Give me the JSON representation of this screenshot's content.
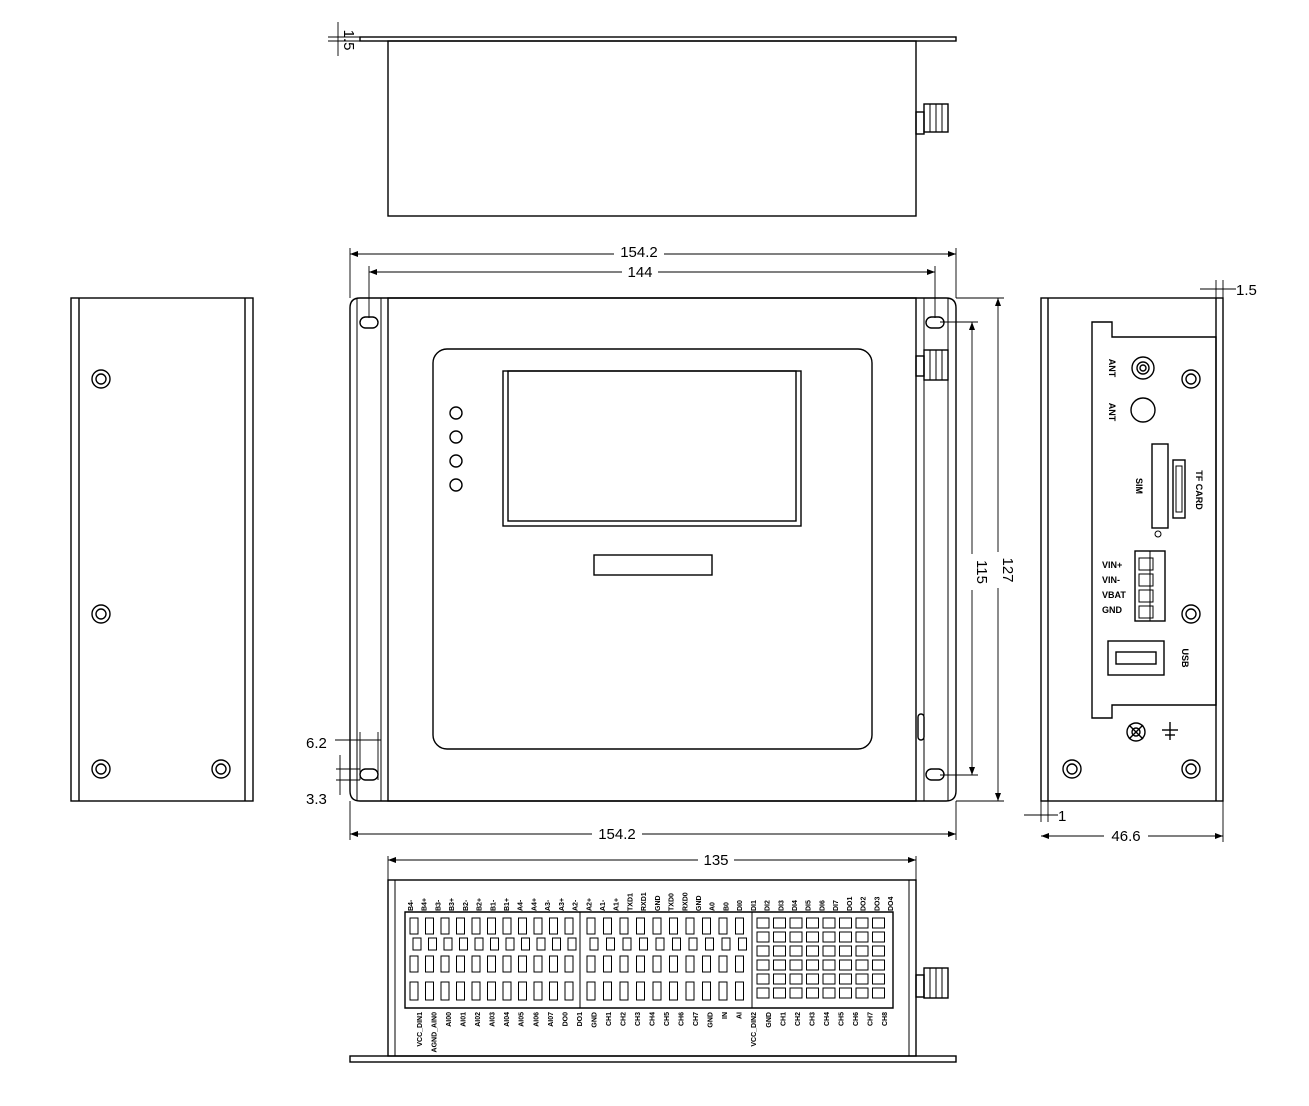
{
  "dimensions": {
    "top_view_thickness": "1.5",
    "front_width_outer": "154.2",
    "front_width_holes": "144",
    "front_height_holes": "115",
    "front_height_outer": "127",
    "slot_width": "6.2",
    "slot_height": "3.3",
    "bottom_width_outer": "154.2",
    "side_thickness": "1.5",
    "side_offset": "1",
    "side_depth": "46.6",
    "bottom_view_width": "135"
  },
  "right_panel_labels": {
    "ant_1": "ANT",
    "ant_2": "ANT",
    "sim": "SIM",
    "tf_card": "TF CARD",
    "vin_plus": "VIN+",
    "vin_minus": "VIN-",
    "vbat": "VBAT",
    "gnd": "GND",
    "usb": "USB"
  },
  "connector_top_labels": [
    "B4-",
    "B4+",
    "B3-",
    "B3+",
    "B2-",
    "B2+",
    "B1-",
    "B1+",
    "A4-",
    "A4+",
    "A3-",
    "A3+",
    "A2-",
    "A2+",
    "A1-",
    "A1+",
    "TXD1",
    "RXD1",
    "GND",
    "TXD0",
    "RXD0",
    "GND",
    "A0",
    "B0",
    "DI0",
    "DI1",
    "DI2",
    "DI3",
    "DI4",
    "DI5",
    "DI6",
    "DI7",
    "DO1",
    "DO2",
    "DO3",
    "DO4"
  ],
  "connector_bottom_labels": [
    "VCC_DIN1",
    "AGND_AIN0",
    "AI00",
    "AI01",
    "AI02",
    "AI03",
    "AI04",
    "AI05",
    "AI06",
    "AI07",
    "DO0",
    "DO1",
    "GND",
    "CH1",
    "CH2",
    "CH3",
    "CH4",
    "CH5",
    "CH6",
    "CH7",
    "GND",
    "IN",
    "AI",
    "VCC_DIN2",
    "GND",
    "CH1",
    "CH2",
    "CH3",
    "CH4",
    "CH5",
    "CH6",
    "CH7",
    "CH8"
  ]
}
